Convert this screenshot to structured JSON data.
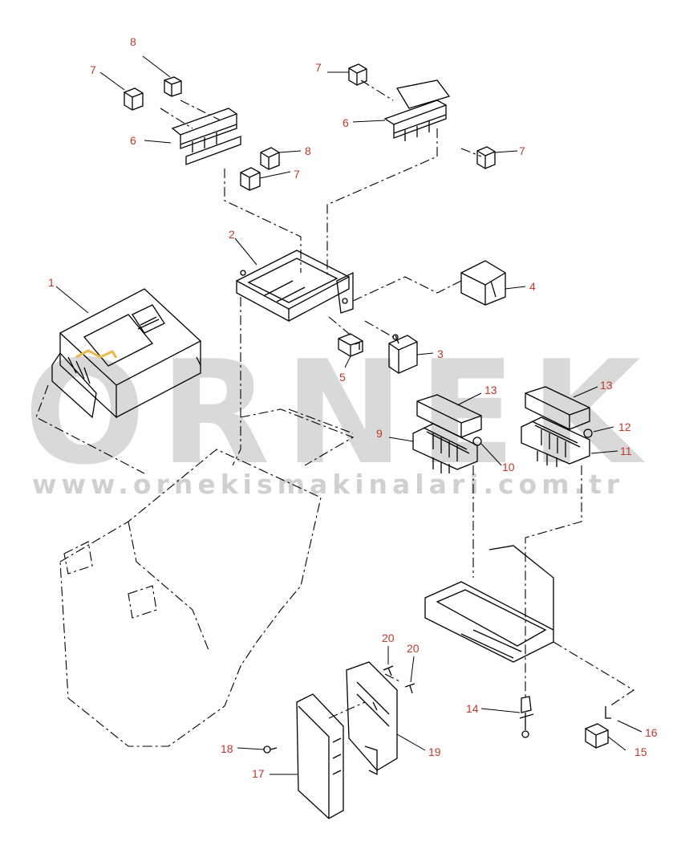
{
  "colors": {
    "line": "#000000",
    "label": "#c0392b",
    "watermark": "#cfcfcf",
    "logo_accent": "#e8b84a"
  },
  "watermark": {
    "brand": "ORNEK",
    "url": "www.ornekismakinalari.com.tr"
  },
  "callouts": [
    {
      "id": "c8a",
      "text": "8"
    },
    {
      "id": "c7a",
      "text": "7"
    },
    {
      "id": "c6a",
      "text": "6"
    },
    {
      "id": "c8b",
      "text": "8"
    },
    {
      "id": "c7b",
      "text": "7"
    },
    {
      "id": "c7c",
      "text": "7"
    },
    {
      "id": "c6b",
      "text": "6"
    },
    {
      "id": "c7d",
      "text": "7"
    },
    {
      "id": "c2",
      "text": "2"
    },
    {
      "id": "c1",
      "text": "1"
    },
    {
      "id": "c4",
      "text": "4"
    },
    {
      "id": "c3",
      "text": "3"
    },
    {
      "id": "c5",
      "text": "5"
    },
    {
      "id": "c13a",
      "text": "13"
    },
    {
      "id": "c13b",
      "text": "13"
    },
    {
      "id": "c9",
      "text": "9"
    },
    {
      "id": "c10",
      "text": "10"
    },
    {
      "id": "c12",
      "text": "12"
    },
    {
      "id": "c11",
      "text": "11"
    },
    {
      "id": "c20a",
      "text": "20"
    },
    {
      "id": "c20b",
      "text": "20"
    },
    {
      "id": "c14",
      "text": "14"
    },
    {
      "id": "c16",
      "text": "16"
    },
    {
      "id": "c15",
      "text": "15"
    },
    {
      "id": "c18",
      "text": "18"
    },
    {
      "id": "c19",
      "text": "19"
    },
    {
      "id": "c17",
      "text": "17"
    }
  ]
}
